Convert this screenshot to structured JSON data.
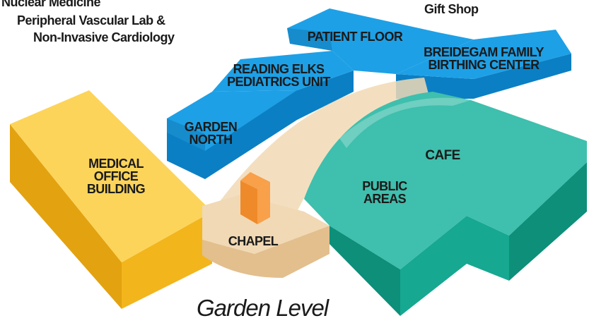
{
  "legend": {
    "line_1": "Nuclear Medicine",
    "line_2": "Peripheral Vascular Lab &",
    "line_3": "Non-Invasive Cardiology",
    "gift_shop": "Gift Shop"
  },
  "areas": {
    "patient_floor": [
      "PATIENT FLOOR"
    ],
    "birthing_center": [
      "BREIDEGAM FAMILY",
      "BIRTHING CENTER"
    ],
    "pediatrics": [
      "READING ELKS",
      "PEDIATRICS UNIT"
    ],
    "garden_north": [
      "GARDEN",
      "NORTH"
    ],
    "medical_office": [
      "MEDICAL",
      "OFFICE",
      "BUILDING"
    ],
    "cafe": [
      "CAFE"
    ],
    "public_areas": [
      "PUBLIC",
      "AREAS"
    ],
    "chapel": [
      "CHAPEL"
    ]
  },
  "level_title": "Garden Level",
  "colors": {
    "blue_top": "#1ea0e6",
    "blue_side": "#0b7fc4",
    "blue_dark": "#08679f",
    "yellow_top": "#fcd45a",
    "yellow_side": "#f3b51c",
    "yellow_dark": "#e3a20f",
    "teal_top": "#3fbfad",
    "teal_side": "#16a891",
    "teal_dark": "#0d8f7a",
    "tan_top": "#f1d9b5",
    "tan_side": "#e2bf8d",
    "orange_top": "#f8a04a",
    "orange_side": "#ef8a2a",
    "label_text": "#1a1a1a"
  }
}
